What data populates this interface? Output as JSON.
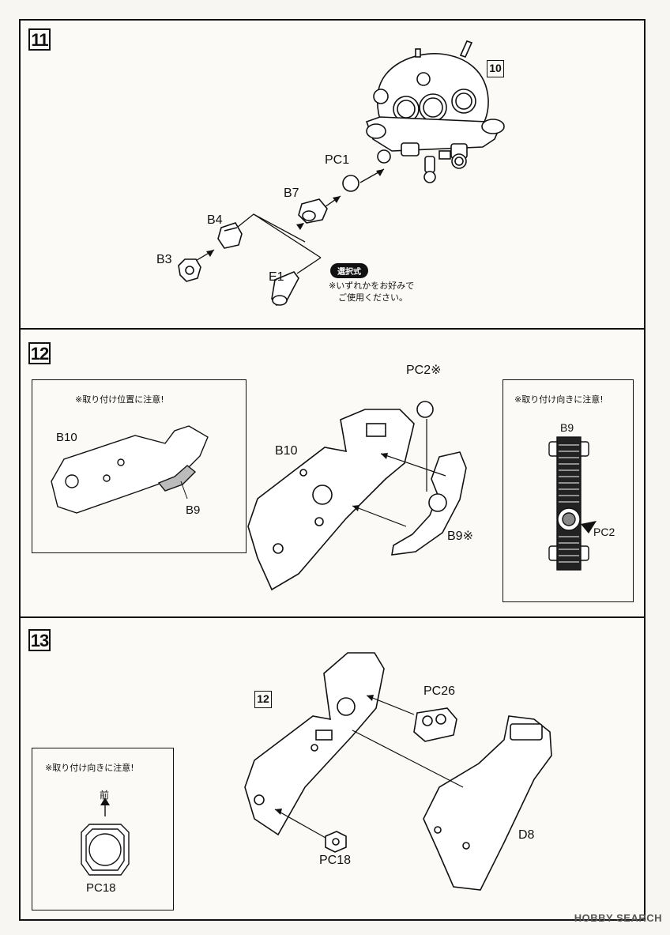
{
  "steps": [
    {
      "number": "11",
      "reference": "10",
      "parts": {
        "pc1": "PC1",
        "b7": "B7",
        "b4": "B4",
        "b3": "B3",
        "e1": "E1"
      },
      "option_badge": "選択式",
      "option_note_1": "※いずれかをお好みで",
      "option_note_2": "ご使用ください。"
    },
    {
      "number": "12",
      "parts": {
        "pc2": "PC2※",
        "b10": "B10",
        "b9": "B9※"
      },
      "left_detail": {
        "note": "※取り付け位置に注意!",
        "b10": "B10",
        "b9": "B9"
      },
      "right_detail": {
        "note": "※取り付け向きに注意!",
        "b9": "B9",
        "pc2": "PC2"
      }
    },
    {
      "number": "13",
      "reference": "12",
      "parts": {
        "pc26": "PC26",
        "pc18": "PC18",
        "d8": "D8"
      },
      "detail": {
        "note": "※取り付け向きに注意!",
        "front": "前",
        "pc18": "PC18"
      }
    }
  ],
  "watermark": "HOBBY SEARCH"
}
